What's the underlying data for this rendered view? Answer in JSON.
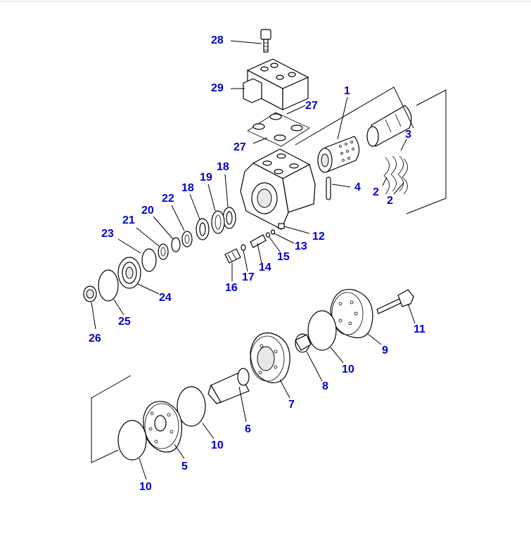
{
  "colors": {
    "label": "#0000cc",
    "line": "#000000",
    "background": "#ffffff"
  },
  "labels": {
    "l1": "1",
    "l2a": "2",
    "l2b": "2",
    "l3": "3",
    "l4": "4",
    "l5": "5",
    "l6": "6",
    "l7": "7",
    "l8": "8",
    "l9": "9",
    "l10a": "10",
    "l10b": "10",
    "l10c": "10",
    "l11": "11",
    "l12": "12",
    "l13": "13",
    "l14": "14",
    "l15": "15",
    "l16": "16",
    "l17": "17",
    "l18a": "18",
    "l18b": "18",
    "l19": "19",
    "l20": "20",
    "l21": "21",
    "l22": "22",
    "l23": "23",
    "l24": "24",
    "l25": "25",
    "l26": "26",
    "l27a": "27",
    "l27b": "27",
    "l28": "28",
    "l29": "29"
  }
}
